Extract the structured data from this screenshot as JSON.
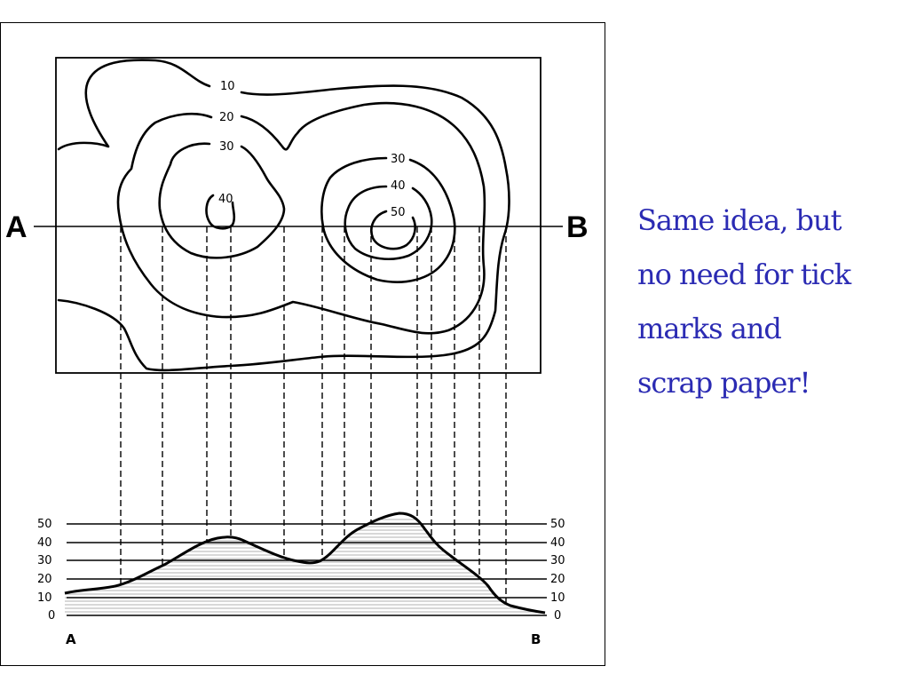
{
  "diagram": {
    "contour_labels": [
      "10",
      "20",
      "30",
      "40",
      "30",
      "40",
      "50"
    ],
    "endpoint_a": "A",
    "endpoint_b": "B",
    "profile": {
      "levels": [
        "50",
        "40",
        "30",
        "20",
        "10",
        "0"
      ],
      "start_label": "A",
      "end_label": "B"
    }
  },
  "caption": {
    "lines": [
      "Same idea, but",
      "no need for tick",
      "marks and",
      "scrap paper!"
    ]
  },
  "colors": {
    "caption_text": "#2b2bb3",
    "lines": "#000000"
  }
}
